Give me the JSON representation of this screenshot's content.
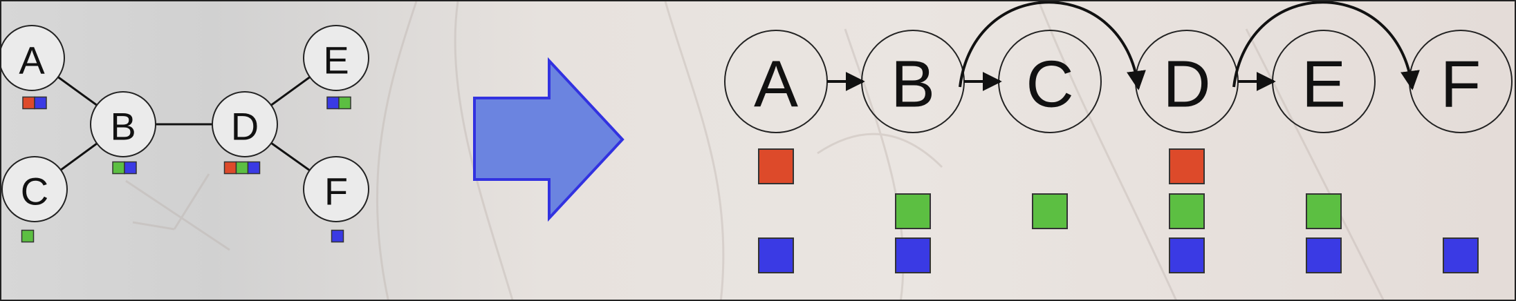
{
  "colors": {
    "red": "#dd4a2a",
    "green": "#5cbf42",
    "blue": "#3a3ae4",
    "arrow_fill": "#6b84e0",
    "arrow_stroke": "#3232e0"
  },
  "left_graph": {
    "nodes": [
      {
        "id": "A",
        "label": "A",
        "colors": [
          "red",
          "blue"
        ]
      },
      {
        "id": "B",
        "label": "B",
        "colors": [
          "green",
          "blue"
        ]
      },
      {
        "id": "C",
        "label": "C",
        "colors": [
          "green"
        ]
      },
      {
        "id": "D",
        "label": "D",
        "colors": [
          "red",
          "green",
          "blue"
        ]
      },
      {
        "id": "E",
        "label": "E",
        "colors": [
          "blue",
          "green"
        ]
      },
      {
        "id": "F",
        "label": "F",
        "colors": [
          "blue"
        ]
      }
    ],
    "edges": [
      [
        "A",
        "B"
      ],
      [
        "C",
        "B"
      ],
      [
        "B",
        "D"
      ],
      [
        "D",
        "E"
      ],
      [
        "D",
        "F"
      ]
    ]
  },
  "right_sequence": {
    "nodes": [
      {
        "id": "A",
        "label": "A",
        "red": true,
        "green": false,
        "blue": true
      },
      {
        "id": "B",
        "label": "B",
        "red": false,
        "green": true,
        "blue": true
      },
      {
        "id": "C",
        "label": "C",
        "red": false,
        "green": true,
        "blue": false
      },
      {
        "id": "D",
        "label": "D",
        "red": true,
        "green": true,
        "blue": true
      },
      {
        "id": "E",
        "label": "E",
        "red": false,
        "green": true,
        "blue": true
      },
      {
        "id": "F",
        "label": "F",
        "red": false,
        "green": false,
        "blue": true
      }
    ],
    "straight_arrows": [
      [
        "A",
        "B"
      ],
      [
        "B",
        "C"
      ],
      [
        "D",
        "E"
      ]
    ],
    "curved_arrows": [
      [
        "B",
        "D"
      ],
      [
        "D",
        "F"
      ]
    ]
  }
}
